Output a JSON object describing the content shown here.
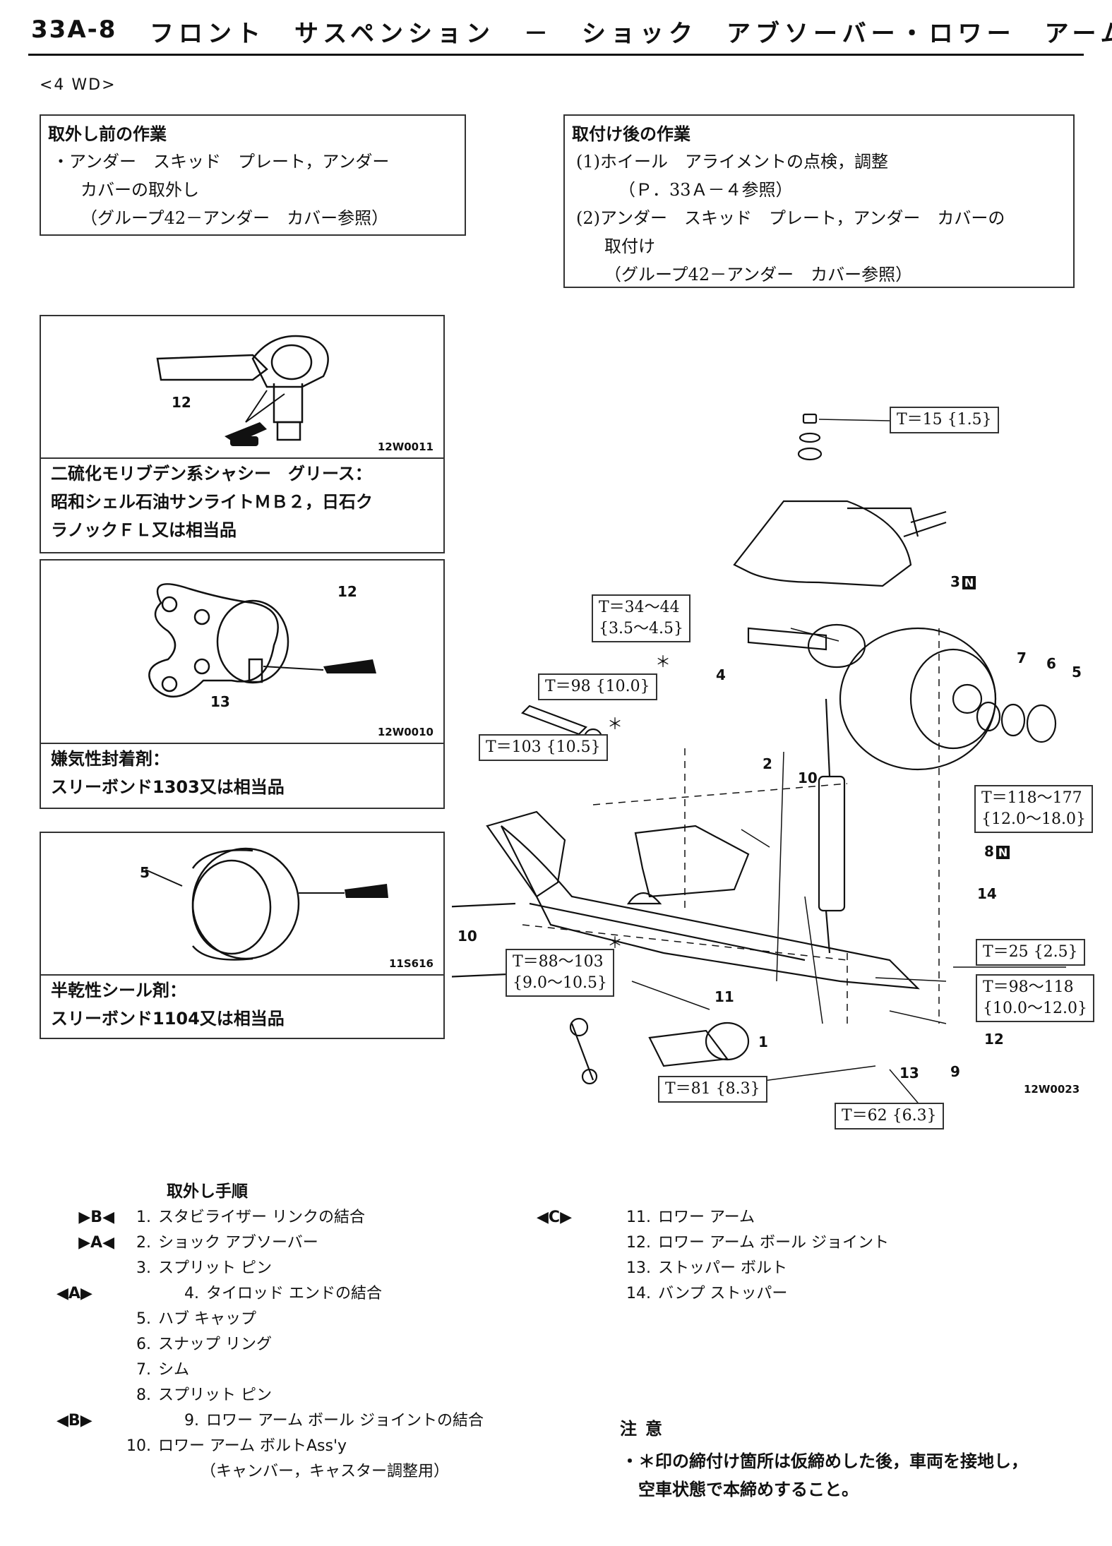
{
  "header": {
    "page_number": "33A-8",
    "title": "フロント　サスペンション　－　ショック　アブソーバー・ロワー　アーム"
  },
  "variant": "<4 WD>",
  "pre_removal": {
    "heading": "取外し前の作業",
    "lines": [
      "・アンダー　スキッド　プレート，アンダー",
      "カバーの取外し",
      "（グループ42－アンダー　カバー参照）"
    ]
  },
  "post_install": {
    "heading": "取付け後の作業",
    "lines": [
      "(1)ホイール　アライメントの点検，調整",
      "（Ｐ．33Ａ－４参照）",
      "(2)アンダー　スキッド　プレート，アンダー　カバーの",
      "取付け",
      "（グループ42－アンダー　カバー参照）"
    ]
  },
  "figures": [
    {
      "code": "12W0011",
      "part_label": "12",
      "text": [
        "二硫化モリブデン系シャシー　グリース：",
        "昭和シェル石油サンライトＭＢ２，日石ク",
        "ラノックＦＬ又は相当品"
      ]
    },
    {
      "code": "12W0010",
      "part_labels": [
        "12",
        "13"
      ],
      "text": [
        "嫌気性封着剤：",
        "スリーボンド1303又は相当品"
      ]
    },
    {
      "code": "11S616",
      "part_label": "5",
      "text": [
        "半乾性シール剤：",
        "スリーボンド1104又は相当品"
      ]
    }
  ],
  "main_diagram": {
    "code": "12W0023",
    "torques": [
      "T＝15 {1.5}",
      "T＝34～44",
      "{3.5～4.5}",
      "T＝98 {10.0}",
      "T＝103 {10.5}",
      "T＝118～177",
      "{12.0～18.0}",
      "T＝88～103",
      "{9.0～10.5}",
      "T＝25 {2.5}",
      "T＝98～118",
      "{10.0～12.0}",
      "T＝81 {8.3}",
      "T＝62 {6.3}"
    ],
    "callouts": [
      "1",
      "2",
      "3",
      "4",
      "5",
      "6",
      "7",
      "8",
      "9",
      "10",
      "10",
      "11",
      "12",
      "13",
      "14"
    ],
    "new_part_badge": "N",
    "star": "＊"
  },
  "procedure": {
    "title": "取外し手順",
    "left_steps": [
      {
        "mark": "▶B◀",
        "num": "1.",
        "text": "スタビライザー リンクの結合"
      },
      {
        "mark": "▶A◀",
        "num": "2.",
        "text": "ショック アブソーバー"
      },
      {
        "mark": "",
        "num": "3.",
        "text": "スプリット ピン"
      },
      {
        "mark": "◀A▶",
        "num": "4.",
        "text": "タイロッド エンドの結合"
      },
      {
        "mark": "",
        "num": "5.",
        "text": "ハブ キャップ"
      },
      {
        "mark": "",
        "num": "6.",
        "text": "スナップ リング"
      },
      {
        "mark": "",
        "num": "7.",
        "text": "シム"
      },
      {
        "mark": "",
        "num": "8.",
        "text": "スプリット ピン"
      },
      {
        "mark": "◀B▶",
        "num": "9.",
        "text": "ロワー アーム ボール ジョイントの結合"
      },
      {
        "mark": "",
        "num": "10.",
        "text": "ロワー アーム ボルトAss'y"
      },
      {
        "mark": "",
        "num": "",
        "text": "（キャンバー，キャスター調整用）"
      }
    ],
    "right_steps": [
      {
        "mark": "◀C▶",
        "num": "11.",
        "text": "ロワー アーム"
      },
      {
        "mark": "",
        "num": "12.",
        "text": "ロワー アーム ボール ジョイント"
      },
      {
        "mark": "",
        "num": "13.",
        "text": "ストッパー ボルト"
      },
      {
        "mark": "",
        "num": "14.",
        "text": "バンプ ストッパー"
      }
    ]
  },
  "note": {
    "title": "注意",
    "lines": [
      "・＊印の締付け箇所は仮締めした後，車両を接地し，",
      "空車状態で本締めすること。"
    ]
  }
}
